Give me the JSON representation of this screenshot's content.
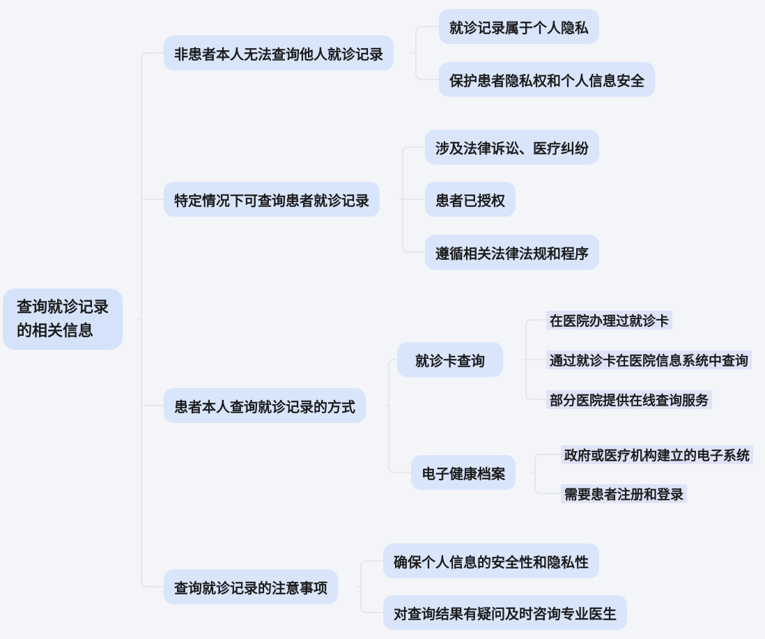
{
  "colors": {
    "background": "#f4f5f8",
    "root_fill": "#d5e3fa",
    "node_fill": "#d9e5fb",
    "leaf_fill": "#dee3f7",
    "connector": "#e2e3e6",
    "text": "#1c1c1c"
  },
  "tree": {
    "label": "查询就诊记录\n的相关信息",
    "children": [
      {
        "label": "非患者本人无法查询他人就诊记录",
        "children": [
          {
            "label": "就诊记录属于个人隐私"
          },
          {
            "label": "保护患者隐私权和个人信息安全"
          }
        ]
      },
      {
        "label": "特定情况下可查询患者就诊记录",
        "children": [
          {
            "label": "涉及法律诉讼、医疗纠纷"
          },
          {
            "label": "患者已授权"
          },
          {
            "label": "遵循相关法律法规和程序"
          }
        ]
      },
      {
        "label": "患者本人查询就诊记录的方式",
        "children": [
          {
            "label": "就诊卡查询",
            "children": [
              {
                "label": "在医院办理过就诊卡"
              },
              {
                "label": "通过就诊卡在医院信息系统中查询"
              },
              {
                "label": "部分医院提供在线查询服务"
              }
            ]
          },
          {
            "label": "电子健康档案",
            "children": [
              {
                "label": "政府或医疗机构建立的电子系统"
              },
              {
                "label": "需要患者注册和登录"
              }
            ]
          }
        ]
      },
      {
        "label": "查询就诊记录的注意事项",
        "children": [
          {
            "label": "确保个人信息的安全性和隐私性"
          },
          {
            "label": "对查询结果有疑问及时咨询专业医生"
          }
        ]
      }
    ]
  }
}
